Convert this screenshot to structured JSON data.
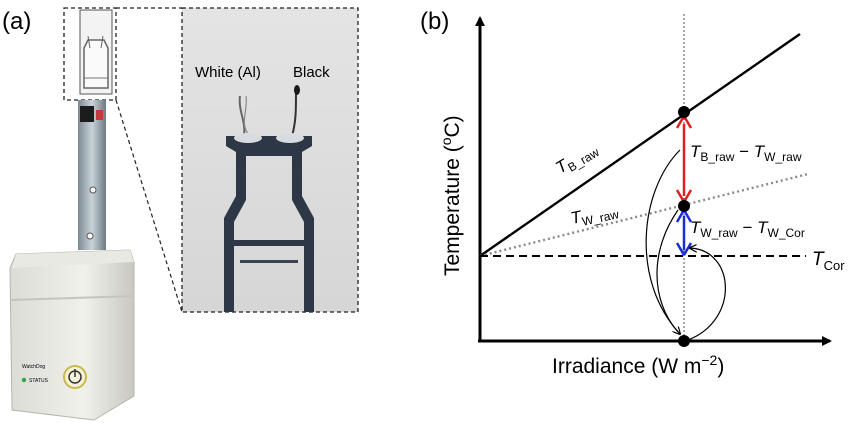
{
  "panel_a": {
    "label": "(a)",
    "sensor_labels": {
      "white": "White (Al)",
      "black": "Black"
    },
    "logger_text": {
      "brand": "WatchDog",
      "status": "STATUS"
    }
  },
  "panel_b": {
    "label": "(b)",
    "y_axis_label": "Temperature (",
    "y_axis_unit_sup": "o",
    "y_axis_label_end": "C)",
    "x_axis_label": "Irradiance (W m",
    "x_axis_unit_sup": "−2",
    "x_axis_label_end": ")",
    "line_labels": {
      "black": {
        "main": "T",
        "sub": "B_raw"
      },
      "white": {
        "main": "T",
        "sub": "W_raw"
      },
      "corrected": {
        "main": "T",
        "sub": "Cor"
      }
    },
    "difference_labels": {
      "upper": {
        "a_main": "T",
        "a_sub": "B_raw",
        "op": " − ",
        "b_main": "T",
        "b_sub": "W_raw"
      },
      "lower": {
        "a_main": "T",
        "a_sub": "W_raw",
        "op": " − ",
        "b_main": "T",
        "b_sub": "W_Cor"
      }
    },
    "colors": {
      "upper_arrow": "#e02020",
      "lower_arrow": "#1a2bd8",
      "white_line": "#8a8a8a"
    }
  }
}
